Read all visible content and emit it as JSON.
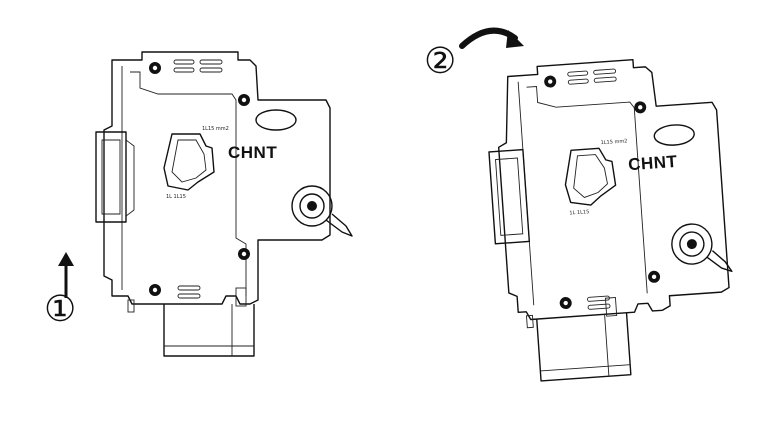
{
  "steps": [
    {
      "number": "①"
    },
    {
      "number": "②"
    }
  ],
  "device": {
    "brand": "CHNT",
    "marking_top": "1L15 mm2",
    "marking_bottom": "1L 1L15"
  },
  "colors": {
    "line": "#111111",
    "background": "#ffffff"
  },
  "icons": {
    "push_direction": "up-arrow-icon",
    "rotate_direction": "curved-arrow-icon"
  }
}
